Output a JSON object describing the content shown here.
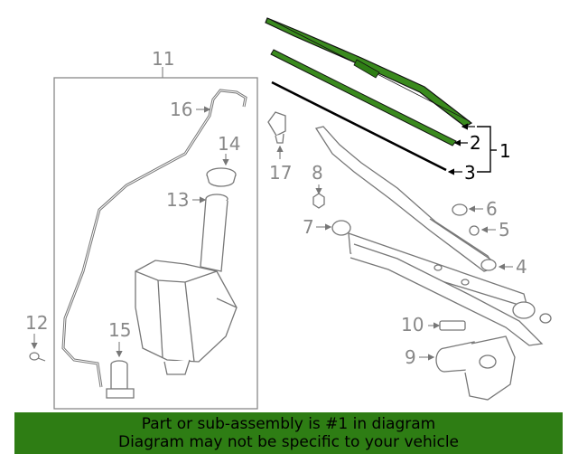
{
  "callouts": {
    "c1": "1",
    "c2": "2",
    "c3": "3",
    "c4": "4",
    "c5": "5",
    "c6": "6",
    "c7": "7",
    "c8": "8",
    "c9": "9",
    "c10": "10",
    "c11": "11",
    "c12": "12",
    "c13": "13",
    "c14": "14",
    "c15": "15",
    "c16": "16",
    "c17": "17"
  },
  "banner": {
    "line1": "Part or sub-assembly is #1 in diagram",
    "line2": "Diagram may not be specific to your vehicle"
  },
  "colors": {
    "highlight": "#2e7d14",
    "line_gray": "#777777",
    "label_gray": "#8a8a8a"
  }
}
